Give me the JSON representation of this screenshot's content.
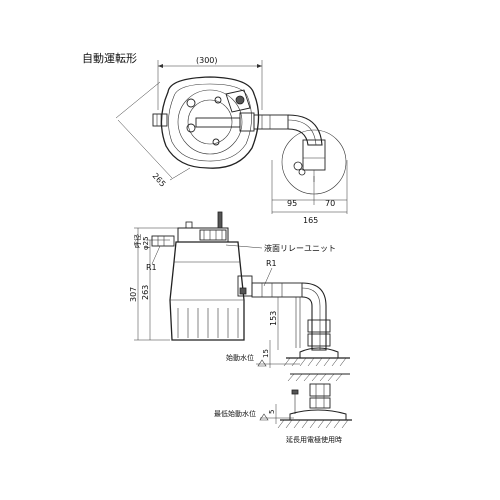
{
  "title": "自動運転形",
  "top_view": {
    "dim_width": "(300)",
    "dim_depth": "265",
    "dim_a": "95",
    "dim_b": "70",
    "dim_total": "165"
  },
  "side_view": {
    "dim_height": "307",
    "dim_body": "263",
    "dim_pipe_label": "呼径",
    "dim_pipe_size": "φ25",
    "r1_left": "R1",
    "r1_right": "R1",
    "relay_unit": "液面リレーユニット",
    "dim_153": "153",
    "dim_15": "15",
    "start_level": "始動水位"
  },
  "ext_view": {
    "dim_5": "5",
    "min_start_level": "最低始動水位",
    "caption": "延長用電極使用時"
  }
}
